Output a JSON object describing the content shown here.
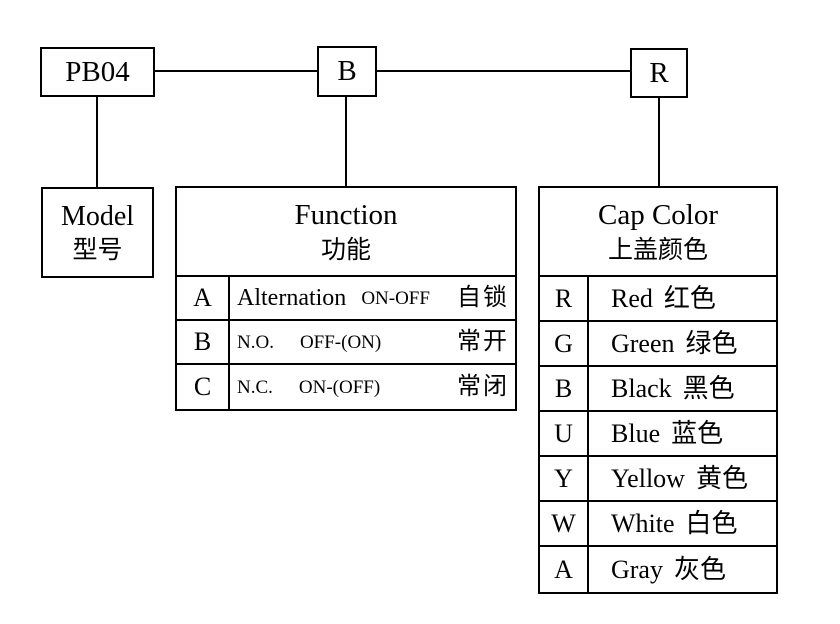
{
  "colors": {
    "line": "#000000",
    "background": "#ffffff",
    "text": "#000000"
  },
  "top_codes": [
    {
      "code": "PB04"
    },
    {
      "code": "B"
    },
    {
      "code": "R"
    }
  ],
  "model_box": {
    "en": "Model",
    "zh": "型号"
  },
  "function_table": {
    "title_en": "Function",
    "title_zh": "功能",
    "rows": [
      {
        "code": "A",
        "desc": "Alternation",
        "mode": "ON-OFF",
        "zh": "自锁"
      },
      {
        "code": "B",
        "desc": "N.O.",
        "mode": "OFF-(ON)",
        "zh": "常开"
      },
      {
        "code": "C",
        "desc": "N.C.",
        "mode": "ON-(OFF)",
        "zh": "常闭"
      }
    ]
  },
  "cap_color_table": {
    "title_en": "Cap Color",
    "title_zh": "上盖颜色",
    "rows": [
      {
        "code": "R",
        "en": "Red",
        "zh": "红色"
      },
      {
        "code": "G",
        "en": "Green",
        "zh": "绿色"
      },
      {
        "code": "B",
        "en": "Black",
        "zh": "黑色"
      },
      {
        "code": "U",
        "en": "Blue",
        "zh": "蓝色"
      },
      {
        "code": "Y",
        "en": "Yellow",
        "zh": "黄色"
      },
      {
        "code": "W",
        "en": "White",
        "zh": "白色"
      },
      {
        "code": "A",
        "en": "Gray",
        "zh": "灰色"
      }
    ]
  }
}
